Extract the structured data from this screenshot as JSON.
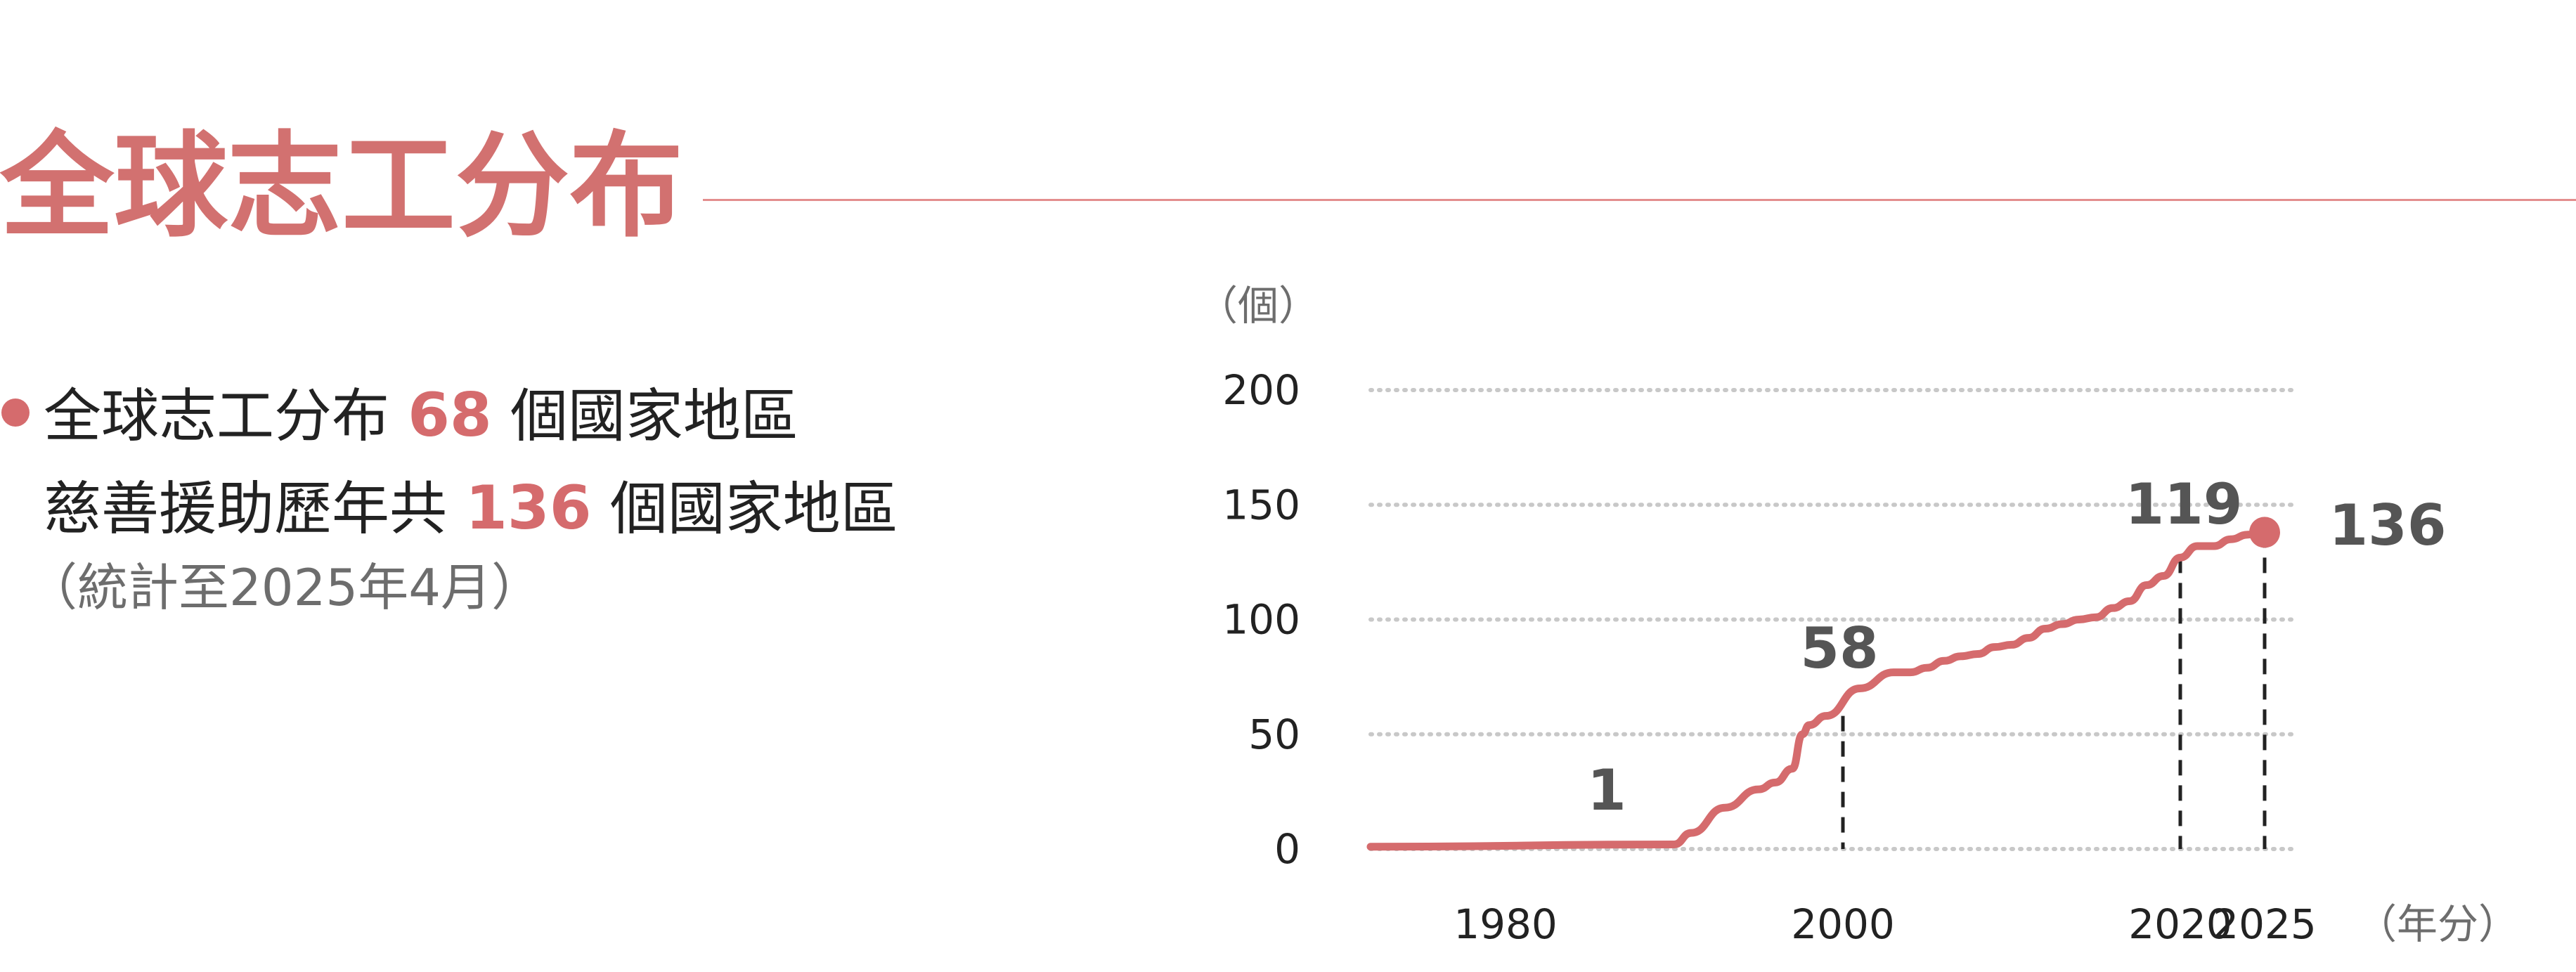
{
  "title": "全球志工分布",
  "summary": {
    "line1_prefix": "全球志工分布",
    "line1_number": "68",
    "line1_suffix": "個國家地區",
    "line2_prefix": "慈善援助歷年共",
    "line2_number": "136",
    "line2_suffix": "個國家地區",
    "note": "（統計至2025年4月）"
  },
  "colors": {
    "accent": "#d56b6d",
    "title": "#d27170",
    "grid": "#c8c8c8",
    "callout_text": "#555555",
    "axis_text": "#222222"
  },
  "chart_data": {
    "type": "line",
    "title": "",
    "ylabel": "（個）",
    "xlabel": "（年分）",
    "ylim": [
      0,
      200
    ],
    "yticks": [
      0,
      50,
      100,
      150,
      200
    ],
    "xlim": [
      1972,
      2026
    ],
    "xticks": [
      1980,
      2000,
      2020,
      2025
    ],
    "grid": "horizontal dotted",
    "x": [
      1966,
      1990,
      1991,
      1993,
      1995,
      1996,
      1997,
      1997.6,
      1998,
      1999,
      2001,
      2003,
      2004,
      2005,
      2006,
      2007,
      2008,
      2009,
      2010,
      2011,
      2012,
      2013,
      2014,
      2015,
      2016,
      2017,
      2018,
      2019,
      2020,
      2021,
      2022,
      2023,
      2024,
      2025
    ],
    "y": [
      1,
      2,
      7,
      18,
      26,
      29,
      35,
      50,
      54,
      58,
      70,
      77,
      77,
      79,
      82,
      84,
      85,
      88,
      89,
      92,
      96,
      98,
      100,
      101,
      105,
      108,
      115,
      119,
      127,
      132,
      132,
      135,
      137,
      138
    ],
    "callouts": [
      {
        "x": 1986,
        "label": "1"
      },
      {
        "x": 2000,
        "label": "58"
      },
      {
        "x": 2020,
        "label": "119"
      },
      {
        "x": 2025,
        "label": "136"
      }
    ],
    "endpoint": {
      "x": 2025,
      "y": 138
    }
  }
}
